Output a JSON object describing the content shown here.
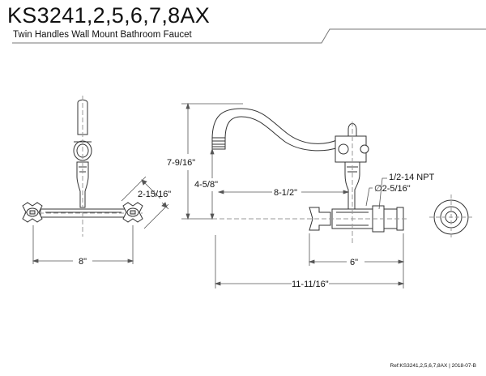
{
  "header": {
    "model": "KS3241,2,5,6,7,8AX",
    "subtitle": "Twin Handles Wall Mount Bathroom Faucet"
  },
  "front_view": {
    "center_spacing": "8\"",
    "handle_dimension": "2-15/16\""
  },
  "side_view": {
    "total_height": "7-9/16\"",
    "spout_height": "4-5/8\"",
    "spout_reach": "8-1/2\"",
    "wall_to_handle": "6\"",
    "overall_depth": "11-11/16\""
  },
  "connection": {
    "thread": "1/2-14 NPT",
    "diameter": "∅2-5/16\""
  },
  "footer": {
    "reference": "Ref:KS3241,2,5,6,7,8AX | 2018-07-B"
  }
}
